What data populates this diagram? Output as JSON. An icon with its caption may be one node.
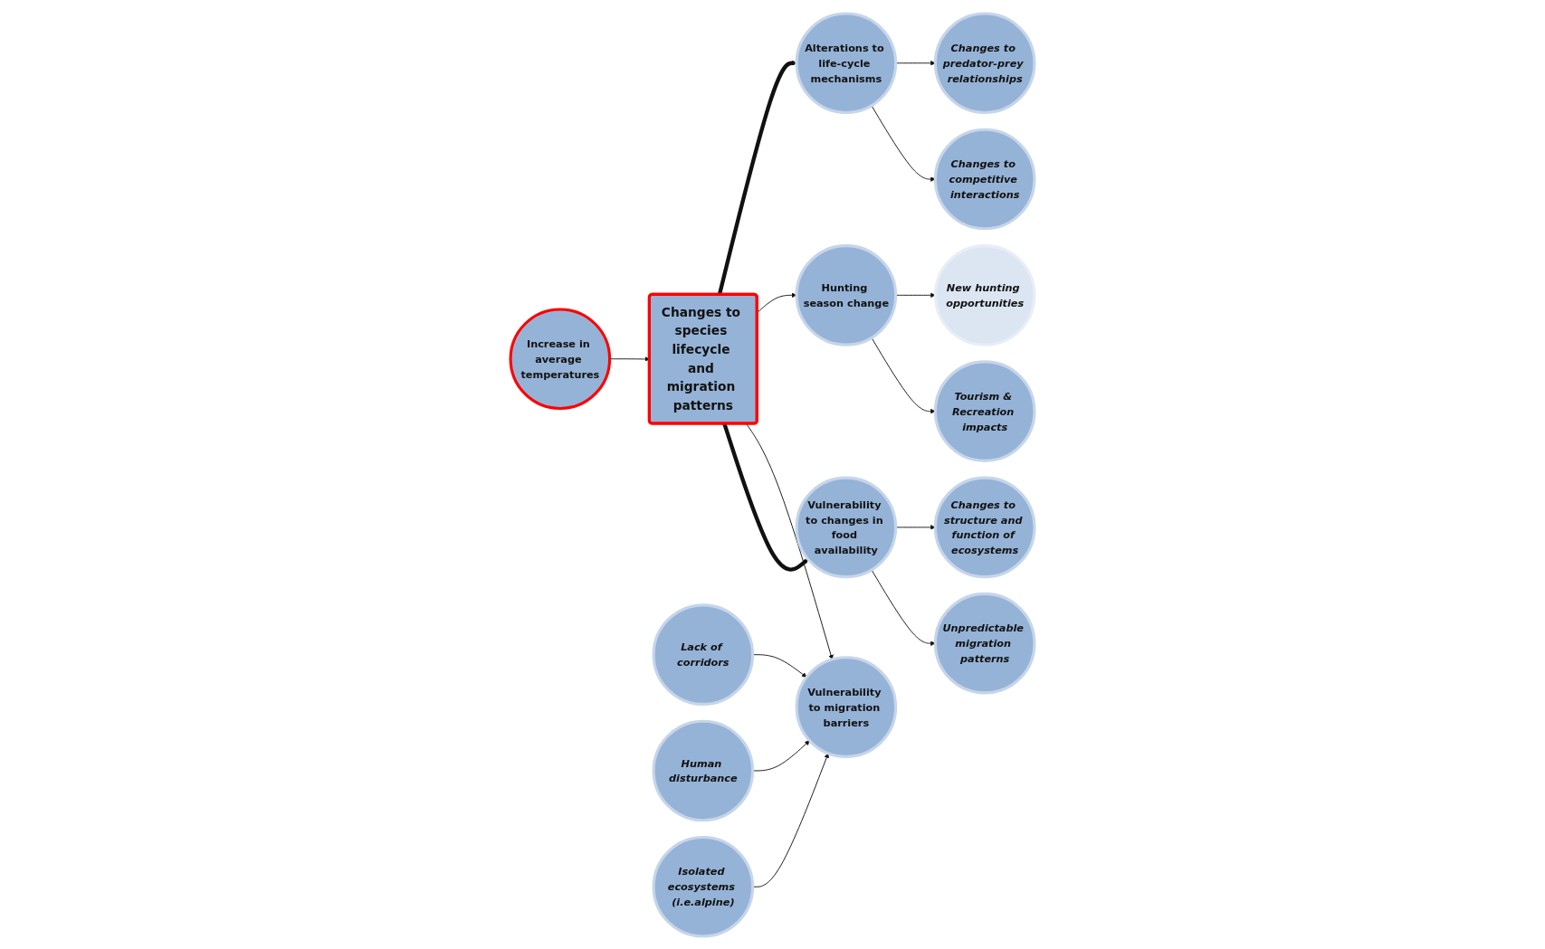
{
  "diagram": {
    "nodes": [
      {
        "text": [
          "Increase in average temperatures"
        ]
      },
      {
        "text": [
          "Changes to species lifecycle and migration patterns"
        ]
      },
      {
        "text": [
          "Alterations to life-cycle mechanisms"
        ]
      },
      {
        "text": [
          "Changes to predator-prey relationships"
        ]
      },
      {
        "text": [
          "Changes to competitive interactions"
        ]
      },
      {
        "text": [
          "Hunting season change"
        ]
      },
      {
        "text": [
          "New hunting opportunities"
        ]
      },
      {
        "text": [
          "Tourism & Recreation impacts"
        ]
      },
      {
        "text": [
          "Vulnerability to migration barriers"
        ]
      },
      {
        "text": [
          "Lack of corridors"
        ]
      },
      {
        "text": [
          "Human disturbance"
        ]
      },
      {
        "text": [
          "Isolated ecosystems (i.e.alpine)"
        ]
      },
      {
        "text": [
          "Vulnerability to changes in food availability"
        ]
      },
      {
        "text": [
          "Changes to structure and function of ecosystems"
        ]
      },
      {
        "text": [
          "Unpredictable migration patterns"
        ]
      }
    ],
    "edges": [
      {
        "from": 0,
        "to": 1,
        "arrow": "to"
      },
      {
        "from": 1,
        "to": 2,
        "arrow": "to",
        "style": "thick"
      },
      {
        "from": 2,
        "to": 3,
        "arrow": "to"
      },
      {
        "from": 2,
        "to": 4,
        "arrow": "to"
      },
      {
        "from": 1,
        "to": 5,
        "arrow": "to"
      },
      {
        "from": 5,
        "to": 6,
        "arrow": "to"
      },
      {
        "from": 5,
        "to": 7,
        "arrow": "to"
      },
      {
        "from": 1,
        "to": 8,
        "arrow": "to"
      },
      {
        "from": 9,
        "to": 8,
        "arrow": "to"
      },
      {
        "from": 10,
        "to": 8,
        "arrow": "to"
      },
      {
        "from": 11,
        "to": 8,
        "arrow": "to"
      },
      {
        "from": 1,
        "to": 12,
        "arrow": "to",
        "style": "thick"
      },
      {
        "from": 12,
        "to": 13,
        "arrow": "to"
      },
      {
        "from": 12,
        "to": 14,
        "arrow": "to"
      }
    ]
  }
}
